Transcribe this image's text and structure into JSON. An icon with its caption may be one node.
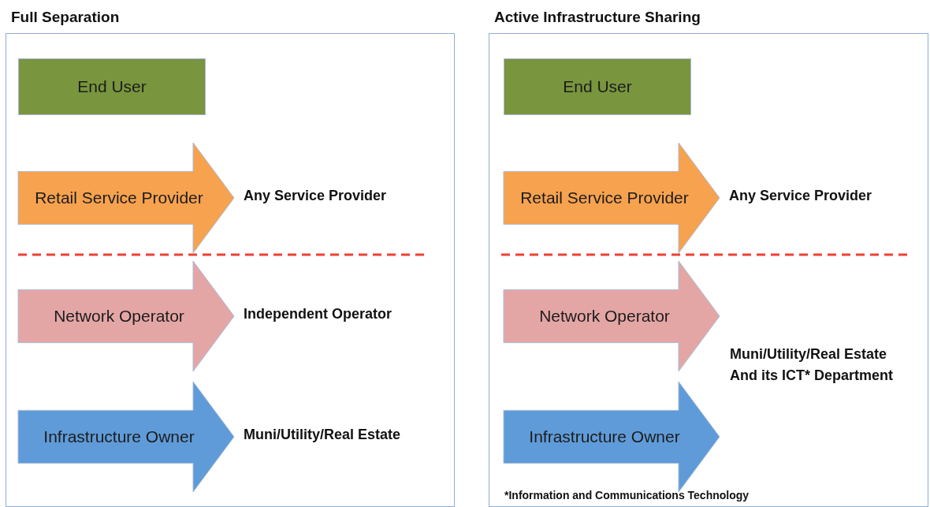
{
  "diagram": {
    "nodes": [
      {
        "text": [
          "Full Separation"
        ]
      },
      {
        "text": [
          "End User"
        ],
        "in": 0
      },
      {
        "text": [
          "Retail Service Provider"
        ],
        "in": 0,
        "beside": [
          "Any Service Provider"
        ]
      },
      {
        "text": [
          "Network Operator"
        ],
        "in": 0,
        "beside": [
          "Independent Operator"
        ]
      },
      {
        "text": [
          "Infrastructure Owner"
        ],
        "in": 0,
        "beside": [
          "Muni/Utility/Real Estate"
        ]
      },
      {
        "text": [
          "Active Infrastructure Sharing"
        ]
      },
      {
        "text": [
          "End User"
        ],
        "in": 5
      },
      {
        "text": [
          "Retail Service Provider"
        ],
        "in": 5,
        "beside": [
          "Any Service Provider"
        ]
      },
      {
        "text": [
          "Network Operator"
        ],
        "in": 5
      },
      {
        "text": [
          "Infrastructure Owner"
        ],
        "in": 5
      }
    ],
    "labels": [
      "Muni/Utility/Real Estate And its ICT* Department",
      "*Information and Communications Technology"
    ]
  }
}
